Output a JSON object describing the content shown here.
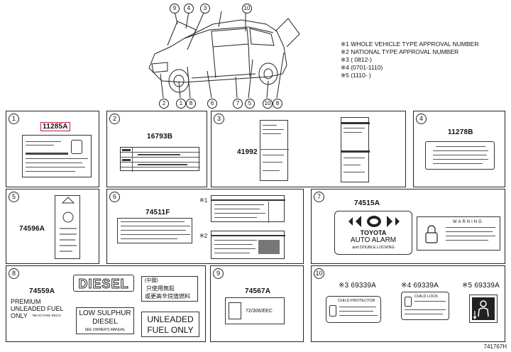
{
  "notes": [
    "※1 WHOLE VEHICLE TYPE APPROVAL NUMBER",
    "※2 NATIONAL TYPE APPROVAL NUMBER",
    "※3 (        0812-)",
    "※4 (0701-1110)",
    "※5 (1110-          )"
  ],
  "car_callouts": [
    "9",
    "4",
    "3",
    "10",
    "2",
    "1",
    "8",
    "6",
    "7",
    "5",
    "10",
    "8"
  ],
  "panels": [
    {
      "num": "1",
      "parts": [
        "11285A"
      ]
    },
    {
      "num": "2",
      "parts": [
        "16793B"
      ]
    },
    {
      "num": "3",
      "parts": [
        "41992"
      ]
    },
    {
      "num": "4",
      "parts": [
        "11278B"
      ]
    },
    {
      "num": "5",
      "parts": [
        "74596A"
      ]
    },
    {
      "num": "6",
      "parts": [
        "74511F",
        "※1",
        "※2"
      ]
    },
    {
      "num": "7",
      "parts": [
        "74515A"
      ]
    },
    {
      "num": "8",
      "parts": [
        "74559A"
      ]
    },
    {
      "num": "9",
      "parts": [
        "74567A"
      ]
    },
    {
      "num": "10",
      "parts": [
        "※3 69339A",
        "※4 69339A",
        "※5 69339A"
      ]
    }
  ],
  "label_text": {
    "alarm_brand": "TOYOTA",
    "alarm_line1": "AUTO ALARM",
    "alarm_line2": "and DOUBLE LOCKING",
    "warning": "WARNING",
    "premium": [
      "PREMIUM",
      "UNLEADED FUEL",
      "ONLY"
    ],
    "premium_small": "*98 OCTANE RECO.",
    "diesel_big": "DIESEL",
    "low_sulphur": [
      "LOW SULPHUR",
      "DIESEL"
    ],
    "low_sulphur_small": "SEE OWNER'S MANUAL",
    "jp_box": [
      "(中國)",
      "只使用無鉛",
      "或更高辛烷值燃料"
    ],
    "unleaded": [
      "UNLEADED",
      "FUEL ONLY"
    ],
    "panel9_code": "72/306/EEC",
    "child_protector": "CHILD PROTECTOR",
    "child_lock": "CHILD LOCK"
  },
  "footer": "741767H"
}
